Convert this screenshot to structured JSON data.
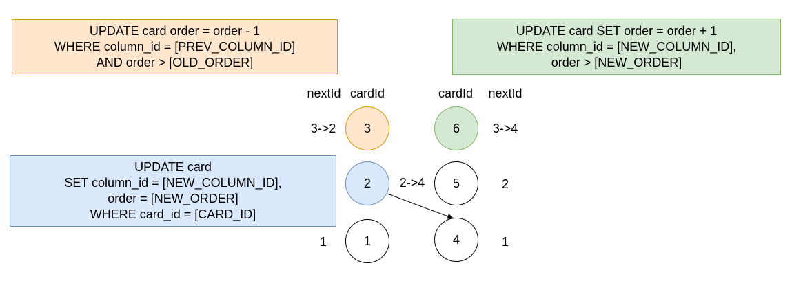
{
  "boxes": {
    "prev_column_update": [
      "UPDATE card order = order - 1",
      "WHERE column_id = [PREV_COLUMN_ID]",
      "AND order > [OLD_ORDER]"
    ],
    "new_column_update": [
      "UPDATE card SET order = order + 1",
      "WHERE column_id = [NEW_COLUMN_ID],",
      "order > [NEW_ORDER]"
    ],
    "card_update": [
      "UPDATE card",
      "SET column_id = [NEW_COLUMN_ID],",
      "order = [NEW_ORDER]",
      "WHERE card_id = [CARD_ID]"
    ]
  },
  "headers": {
    "left_next": "nextId",
    "left_card": "cardId",
    "right_card": "cardId",
    "right_next": "nextId"
  },
  "left_column": [
    {
      "card": "3",
      "next": "3->2",
      "color": "#ffe6cc",
      "border": "#d79b00"
    },
    {
      "card": "2",
      "next": "2->4",
      "color": "#dae8fc",
      "border": "#6c8ebf"
    },
    {
      "card": "1",
      "next": "1",
      "color": "#ffffff",
      "border": "#000000"
    }
  ],
  "right_column": [
    {
      "card": "6",
      "next": "3->4",
      "color": "#d5e8d4",
      "border": "#82b366"
    },
    {
      "card": "5",
      "next": "2",
      "color": "#ffffff",
      "border": "#000000"
    },
    {
      "card": "4",
      "next": "1",
      "color": "#ffffff",
      "border": "#000000"
    }
  ],
  "edges": [
    {
      "from": "2",
      "to": "4"
    }
  ]
}
